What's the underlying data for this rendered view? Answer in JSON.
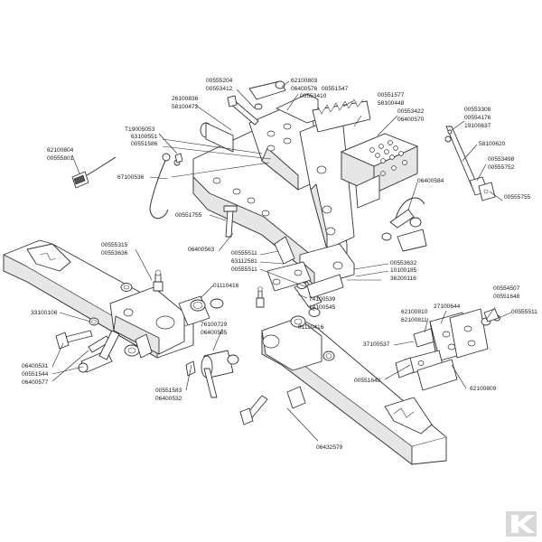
{
  "labels": {
    "l00555204": "00555204",
    "l00553412": "00553412",
    "l62100803": "62100803",
    "l06400576": "06400576",
    "l00551547": "00551547",
    "l00553410": "00553410",
    "l26100836": "26100836",
    "l58100472": "58100472",
    "l00551577": "00551577",
    "l58100448": "58100448",
    "l00553422": "00553422",
    "l06400570": "06400570",
    "l00553308": "00553308",
    "l00554176": "00554176",
    "l19100637": "19100637",
    "lT19005053": "T19005053",
    "l63100551": "63100551",
    "l00551586": "00551586",
    "l62100804": "62100804",
    "l00555801": "00555801",
    "l58100620": "58100620",
    "l00553498": "00553498",
    "l00555752": "00555752",
    "l67100536": "67100536",
    "l06400584": "06400584",
    "l00555755": "00555755",
    "l00551755": "00551755",
    "l06400563": "06400563",
    "l00555315": "00555315",
    "l00553636": "00553636",
    "l00555511a": "00555511",
    "l63112581": "63112581",
    "l00555511b": "00555511",
    "l00553632": "00553632",
    "l10100185": "10100185",
    "l36200116": "36200116",
    "l01110416a": "01110416",
    "l33100106": "33100106",
    "l74100539": "74100539",
    "l14100545": "14100545",
    "l00554507": "00554507",
    "l00551648a": "00551648",
    "l62100810": "62100810",
    "l27100644": "27100644",
    "l62100811": "62100811",
    "l00555511c": "00555511",
    "l76100729": "76100729",
    "l06400585": "06400585",
    "l01110416b": "01110416",
    "l06400531": "06400531",
    "l00551544": "00551544",
    "l06400577": "06400577",
    "l37100537": "37100537",
    "l00551648b": "00551648",
    "l62100809": "62100809",
    "l00551583": "00551583",
    "l06400532": "06400532",
    "l06432579": "06432579"
  },
  "logo_text": "K"
}
